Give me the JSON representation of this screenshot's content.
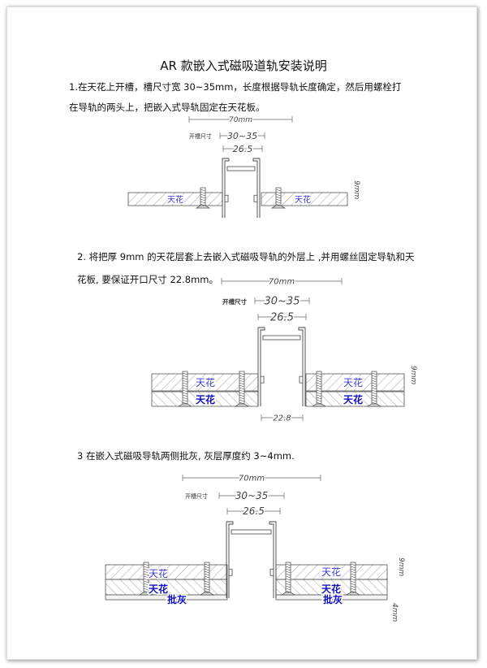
{
  "title": "AR 款嵌入式磁吸道轨安装说明",
  "step1": {
    "line1": "1.在天花上开槽，槽尺寸宽 30~35mm，长度根据导轨长度确定，然后用螺栓打",
    "line2": "在导轨的两头上，把嵌入式导轨固定在天花板。"
  },
  "step2": {
    "line1": "2. 将把厚 9mm 的天花层套上去嵌入式磁吸导轨的外层上 ,并用螺丝固定导轨和天",
    "line2": "花板, 要保证开口尺寸 22.8mm。"
  },
  "step3": {
    "line1": "3 在嵌入式磁吸导轨两侧批灰, 灰层厚度约 3~4mm."
  },
  "diagram_labels": {
    "width_total": "70mm",
    "slot_label": "开槽尺寸",
    "slot_size": "30~35",
    "rail_width": "26.5",
    "thickness": "9mm",
    "board": "天花",
    "opening": "22.8",
    "plaster": "批灰",
    "plaster_thickness": "4mm"
  },
  "colors": {
    "label_blue": "#3a3ad8",
    "label_blue_bold": "#1010c0",
    "line": "#555555"
  }
}
